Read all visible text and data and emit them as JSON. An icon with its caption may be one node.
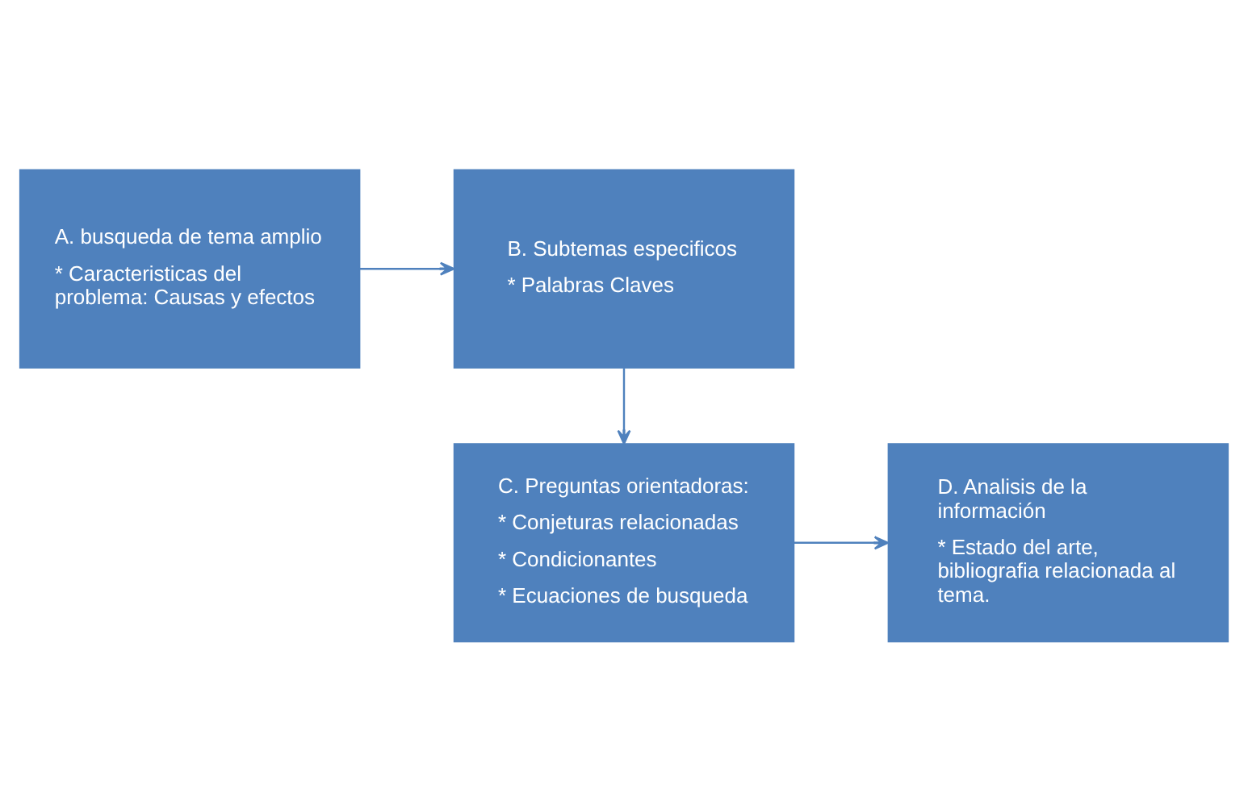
{
  "diagram": {
    "nodes": [
      {
        "text": [
          "A. busqueda de tema amplio",
          "* Caracteristicas del problema: Causas y efectos"
        ]
      },
      {
        "text": [
          "B. Subtemas especificos",
          "* Palabras Claves"
        ]
      },
      {
        "text": [
          "C. Preguntas orientadoras:",
          "* Conjeturas relacionadas",
          "* Condicionantes",
          "* Ecuaciones de busqueda"
        ]
      },
      {
        "text": [
          "D. Analisis de la información",
          "* Estado del arte, bibliografia relacionada al tema."
        ]
      }
    ],
    "edges": [
      {
        "from": 0,
        "to": 1,
        "arrow": "to"
      },
      {
        "from": 1,
        "to": 2,
        "arrow": "to"
      },
      {
        "from": 2,
        "to": 3,
        "arrow": "to"
      }
    ]
  }
}
